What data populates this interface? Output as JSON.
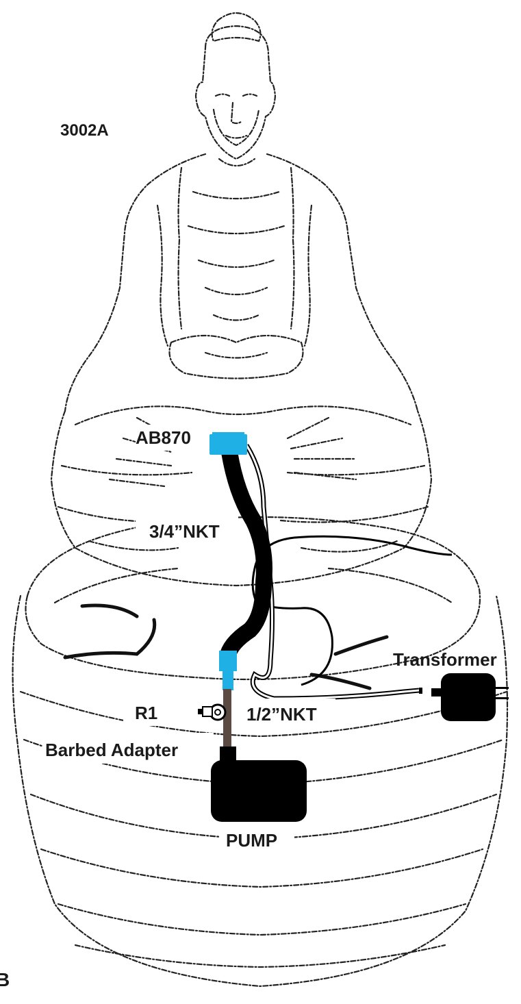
{
  "diagram": {
    "model_label": "3002A",
    "labels": {
      "nozzle_fitting": "AB870",
      "main_tubing": "3/4”NKT",
      "transformer": "Transformer",
      "flow_regulator": "R1",
      "pump_tubing": "1/2”NKT",
      "barbed_adapter": "Barbed Adapter",
      "pump": "PUMP",
      "corner_letter": "B"
    },
    "colors": {
      "fitting_blue": "#1fb1e6",
      "tubing_black": "#000000",
      "tubing_brown": "#5a4a42",
      "sketch_line": "#222222"
    }
  }
}
